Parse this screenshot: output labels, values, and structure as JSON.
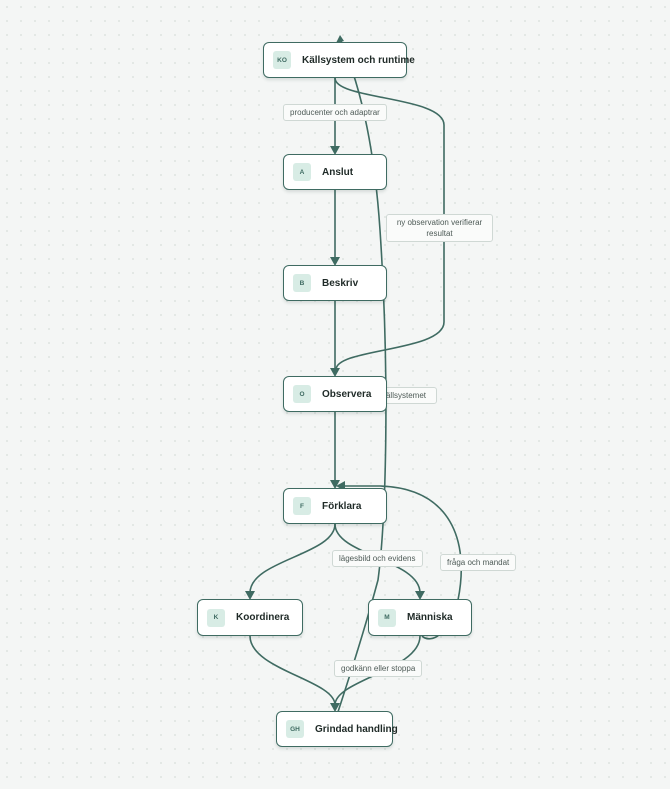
{
  "nodes": {
    "ko": {
      "badge": "KO",
      "label": "Källsystem och runtime"
    },
    "a": {
      "badge": "A",
      "label": "Anslut"
    },
    "b": {
      "badge": "B",
      "label": "Beskriv"
    },
    "o": {
      "badge": "O",
      "label": "Observera"
    },
    "f": {
      "badge": "F",
      "label": "Förklara"
    },
    "k": {
      "badge": "K",
      "label": "Koordinera"
    },
    "m": {
      "badge": "M",
      "label": "Människa"
    },
    "gh": {
      "badge": "GH",
      "label": "Grindad handling"
    }
  },
  "edge_labels": {
    "producers": "producenter och adaptrar",
    "new_observation": "ny observation verifierar resultat",
    "source_system": "källsystemet",
    "situation": "lägesbild och evidens",
    "question": "fråga och mandat",
    "approve": "godkänn eller stoppa"
  },
  "colors": {
    "edge": "#3f6b62",
    "node_border": "#3f6b62",
    "badge_bg": "#d8ece5",
    "background": "#f4f6f5"
  }
}
